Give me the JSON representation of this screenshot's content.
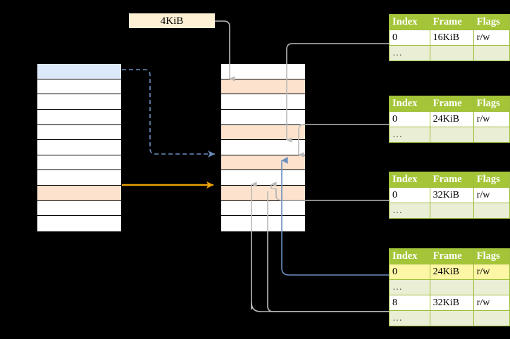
{
  "title": "Multi-level page table walk diagram",
  "colors": {
    "header_green": "#a5c539",
    "row_alt_green": "#e9eed5",
    "highlight_yellow": "#fcf6a5",
    "peach": "#fde3cd",
    "blue_row": "#dce9fb",
    "orange_arrow": "#e8a202",
    "blue_arrow": "#6c8ebf",
    "gray_wire": "#b3b3b3",
    "label_bg": "#fdf0d5"
  },
  "label": {
    "text": "4KiB"
  },
  "left_column": {
    "name": "virtual-address-space",
    "rows": [
      {
        "fill": "blue"
      },
      {
        "fill": "white"
      },
      {
        "fill": "white"
      },
      {
        "fill": "white"
      },
      {
        "fill": "white"
      },
      {
        "fill": "white"
      },
      {
        "fill": "white"
      },
      {
        "fill": "white"
      },
      {
        "fill": "peach"
      },
      {
        "fill": "white"
      },
      {
        "fill": "white"
      }
    ]
  },
  "middle_column": {
    "name": "physical-memory",
    "rows": [
      {
        "fill": "white"
      },
      {
        "fill": "peach"
      },
      {
        "fill": "white"
      },
      {
        "fill": "white"
      },
      {
        "fill": "peach"
      },
      {
        "fill": "white"
      },
      {
        "fill": "peach"
      },
      {
        "fill": "white"
      },
      {
        "fill": "peach"
      },
      {
        "fill": "white"
      },
      {
        "fill": "white"
      }
    ]
  },
  "page_tables": [
    {
      "name": "page-table-level-1",
      "headers": [
        "Index",
        "Frame",
        "Flags"
      ],
      "rows": [
        {
          "cells": [
            "0",
            "16KiB",
            "r/w"
          ],
          "style": "normal"
        },
        {
          "cells": [
            "…",
            "",
            ""
          ],
          "style": "ellipsis"
        }
      ]
    },
    {
      "name": "page-table-level-2",
      "headers": [
        "Index",
        "Frame",
        "Flags"
      ],
      "rows": [
        {
          "cells": [
            "0",
            "24KiB",
            "r/w"
          ],
          "style": "normal"
        },
        {
          "cells": [
            "…",
            "",
            ""
          ],
          "style": "ellipsis"
        }
      ]
    },
    {
      "name": "page-table-level-3",
      "headers": [
        "Index",
        "Frame",
        "Flags"
      ],
      "rows": [
        {
          "cells": [
            "0",
            "32KiB",
            "r/w"
          ],
          "style": "normal"
        },
        {
          "cells": [
            "…",
            "",
            ""
          ],
          "style": "ellipsis"
        }
      ]
    },
    {
      "name": "page-table-level-4",
      "headers": [
        "Index",
        "Frame",
        "Flags"
      ],
      "rows": [
        {
          "cells": [
            "0",
            "24KiB",
            "r/w"
          ],
          "style": "highlight"
        },
        {
          "cells": [
            "…",
            "",
            ""
          ],
          "style": "ellipsis"
        },
        {
          "cells": [
            "8",
            "32KiB",
            "r/w"
          ],
          "style": "normal"
        },
        {
          "cells": [
            "…",
            "",
            ""
          ],
          "style": "ellipsis"
        }
      ]
    }
  ]
}
